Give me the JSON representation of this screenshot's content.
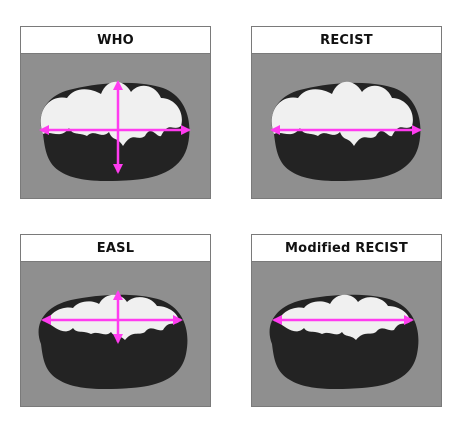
{
  "colors": {
    "background": "#8f8f8f",
    "tumor": "#232323",
    "enhancing": "#f0f0f0",
    "measurement": "#ff3cf0"
  },
  "panels": [
    {
      "title": "WHO",
      "measurement": "bidimensional-longest-and-perpendicular"
    },
    {
      "title": "RECIST",
      "measurement": "unidimensional-longest"
    },
    {
      "title": "EASL",
      "measurement": "bidimensional-enhancing"
    },
    {
      "title": "Modified RECIST",
      "measurement": "unidimensional-enhancing"
    }
  ]
}
